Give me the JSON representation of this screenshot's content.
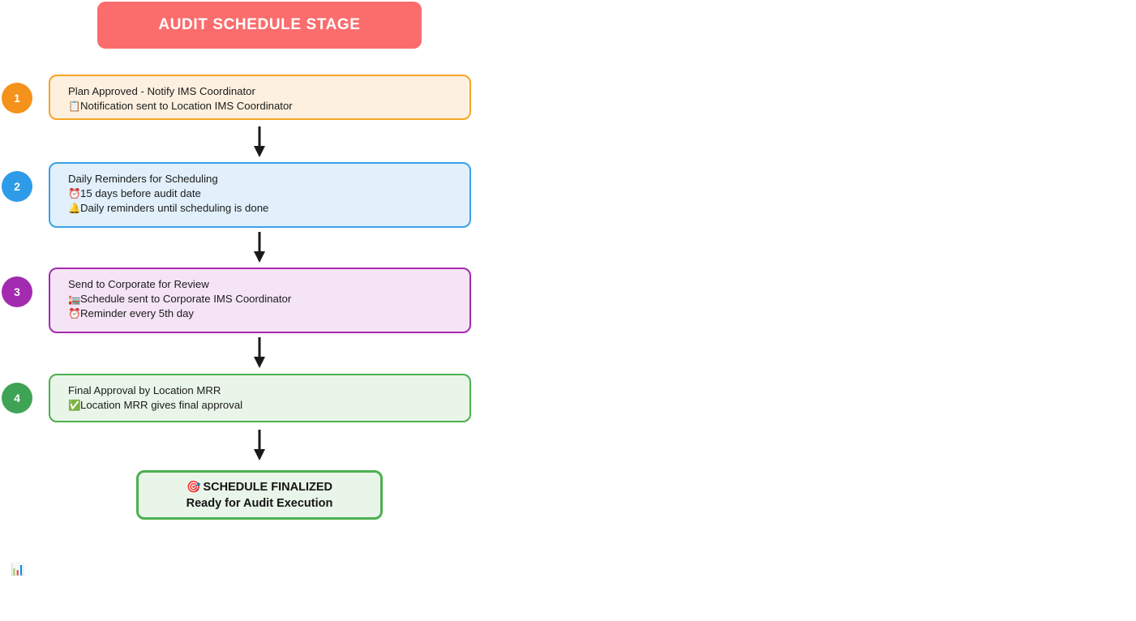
{
  "header": {
    "title": "AUDIT SCHEDULE STAGE",
    "banner_color": "#FB6D6D",
    "title_color": "#FFFFFF"
  },
  "flow": {
    "steps": [
      {
        "number": "1",
        "title": "Plan Approved - Notify IMS Coordinator",
        "details": [
          {
            "icon": "clipboard-icon",
            "glyph": "📋",
            "text": "Notification sent to Location IMS Coordinator"
          }
        ],
        "badge_color": "#F5921B",
        "fill_color": "#FDF0DF",
        "border_color": "#F5A623"
      },
      {
        "number": "2",
        "title": "Daily Reminders for Scheduling",
        "details": [
          {
            "icon": "alarm-clock-icon",
            "glyph": "⏰",
            "text": "15 days before audit date"
          },
          {
            "icon": "bell-icon",
            "glyph": "🔔",
            "text": "Daily reminders until scheduling is done"
          }
        ],
        "badge_color": "#2E9BE8",
        "fill_color": "#E1F0FB",
        "border_color": "#3BA0E8"
      },
      {
        "number": "3",
        "title": "Send to Corporate for Review",
        "details": [
          {
            "icon": "office-building-icon",
            "glyph": "🏣",
            "text": "Schedule sent to Corporate IMS Coordinator"
          },
          {
            "icon": "alarm-clock-icon",
            "glyph": "⏰",
            "text": "Reminder every 5th day"
          }
        ],
        "badge_color": "#A32BB0",
        "fill_color": "#F4E4F6",
        "border_color": "#A32BB0"
      },
      {
        "number": "4",
        "title": "Final Approval by Location MRR",
        "details": [
          {
            "icon": "check-mark-button-icon",
            "glyph": "✅",
            "text": "Location MRR gives final approval"
          }
        ],
        "badge_color": "#3FA355",
        "fill_color": "#E9F5E9",
        "border_color": "#4CAF50"
      }
    ],
    "arrow_color": "#1A1A1A"
  },
  "final_node": {
    "icon": "direct-hit-icon",
    "glyph": "🎯",
    "line1": "SCHEDULE FINALIZED",
    "line2": "Ready for Audit Execution",
    "fill_color": "#E9F5E9",
    "border_color": "#4CAF50"
  },
  "footer": {
    "icon": "bar-chart-icon",
    "glyph": "📊"
  }
}
